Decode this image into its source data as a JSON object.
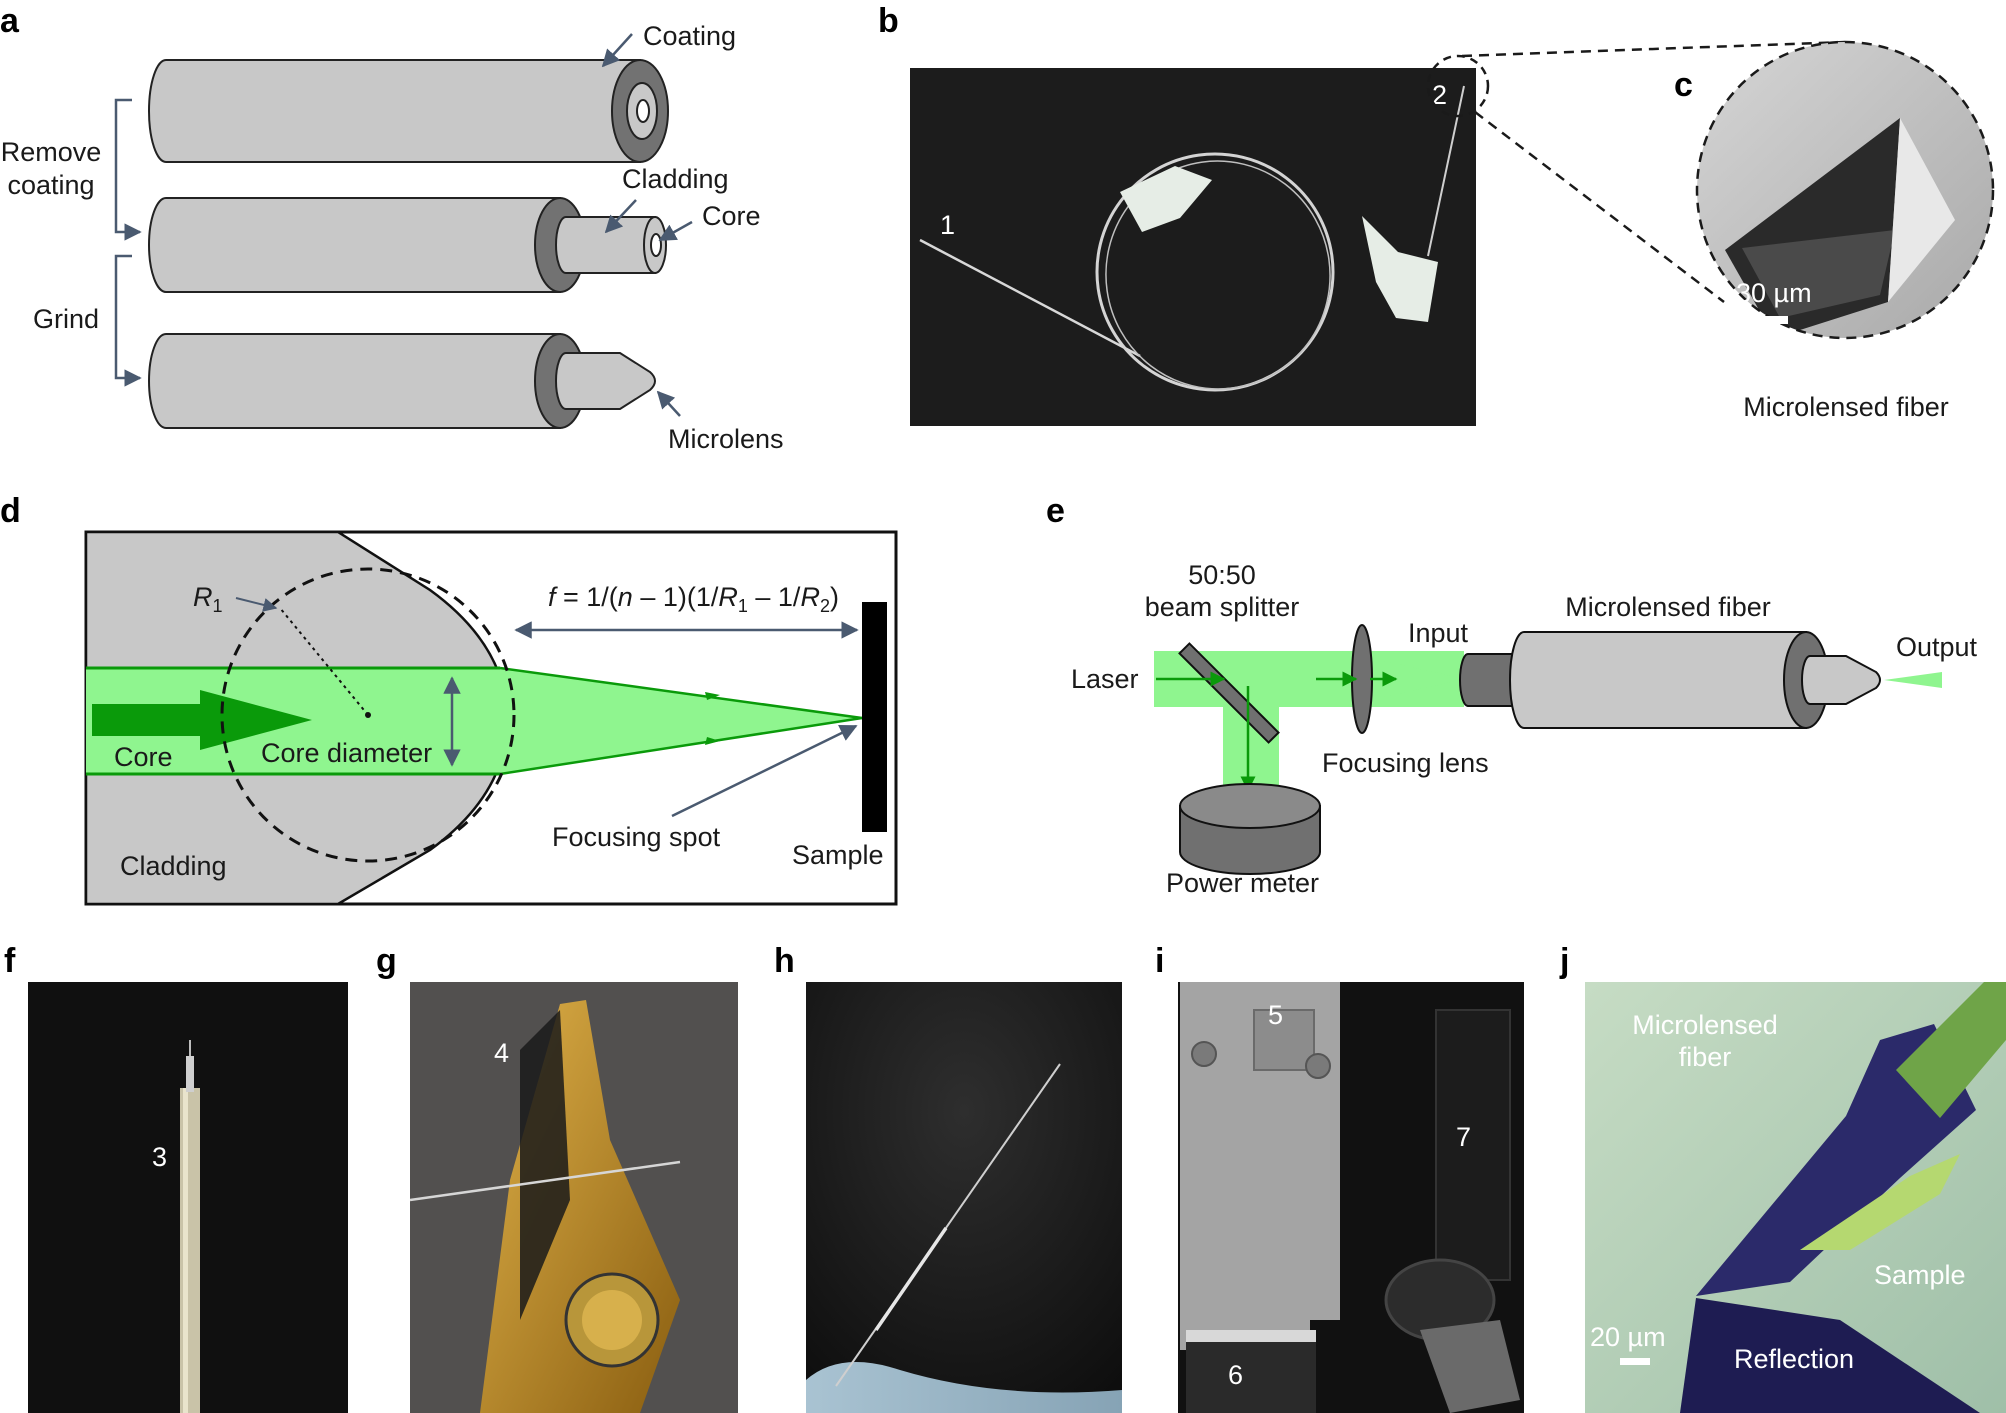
{
  "panel_letters": {
    "a": "a",
    "b": "b",
    "c": "c",
    "d": "d",
    "e": "e",
    "f": "f",
    "g": "g",
    "h": "h",
    "i": "i",
    "j": "j"
  },
  "panel_a": {
    "coating": "Coating",
    "remove_coating_line1": "Remove",
    "remove_coating_line2": "coating",
    "cladding": "Cladding",
    "core": "Core",
    "grind": "Grind",
    "microlens": "Microlens"
  },
  "panel_b": {
    "marker_1": "1",
    "marker_2": "2"
  },
  "panel_c": {
    "scale_bar": "30 µm",
    "caption": "Microlensed fiber"
  },
  "panel_d": {
    "r1_symbol": "R",
    "r1_sub": "1",
    "formula_f": "f",
    "formula_eq": " = 1/(",
    "formula_n": "n",
    "formula_mid": " – 1)(1/",
    "formula_R1": "R",
    "formula_R1_sub": "1",
    "formula_minus": " – 1/",
    "formula_R2": "R",
    "formula_R2_sub": "2",
    "formula_close": ")",
    "core": "Core",
    "core_diameter": "Core diameter",
    "cladding": "Cladding",
    "focusing_spot": "Focusing spot",
    "sample": "Sample"
  },
  "panel_e": {
    "splitter_line1": "50:50",
    "splitter_line2": "beam splitter",
    "laser": "Laser",
    "input": "Input",
    "microlensed_fiber": "Microlensed fiber",
    "output": "Output",
    "focusing_lens": "Focusing lens",
    "power_meter": "Power meter"
  },
  "panel_f": {
    "marker_3": "3"
  },
  "panel_g": {
    "marker_4": "4"
  },
  "panel_i": {
    "marker_5": "5",
    "marker_6": "6",
    "marker_7": "7"
  },
  "panel_j": {
    "fiber_line1": "Microlensed",
    "fiber_line2": "fiber",
    "sample": "Sample",
    "scale_bar": "20 µm",
    "reflection": "Reflection"
  },
  "colors": {
    "beam_green": "#8ff58f",
    "arrow_green": "#0a9a0a",
    "fiber_gray": "#c8c8c8",
    "dark_gray": "#707070",
    "annotation_arrow": "#4a5a70"
  }
}
